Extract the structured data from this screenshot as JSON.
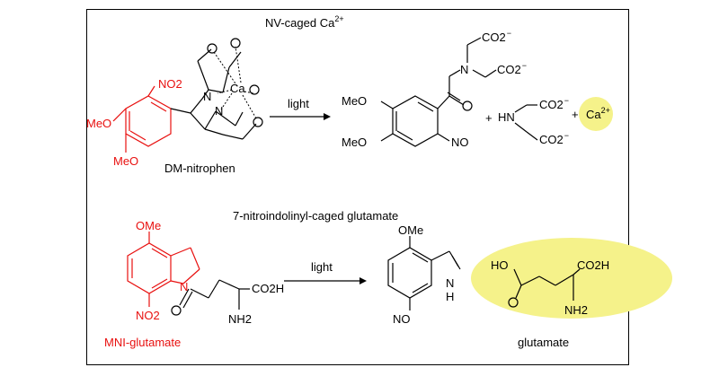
{
  "top": {
    "title": "NV-caged Ca",
    "title_sup": "2+",
    "arrow_label": "light",
    "reagent_name": "DM-nitrophen",
    "labels": {
      "no2": "NO2",
      "meo1": "MeO",
      "meo2": "MeO",
      "n1": "N",
      "n2": "N",
      "ca": "Ca",
      "p_meo1": "MeO",
      "p_meo2": "MeO",
      "p_no": "NO",
      "p_n": "N",
      "co2_1": "CO2",
      "co2_2": "CO2",
      "co2_3": "CO2",
      "co2_4": "CO2",
      "hn": "HN",
      "plus1": "+",
      "plus2": "+",
      "ca_ion": "Ca",
      "ca_ion_sup": "2+"
    }
  },
  "bottom": {
    "title": "7-nitroindolinyl-caged glutamate",
    "arrow_label": "light",
    "reagent_name": "MNI-glutamate",
    "product_name": "glutamate",
    "labels": {
      "ome": "OMe",
      "n": "N",
      "no2": "NO2",
      "co2h": "CO2H",
      "nh2": "NH2",
      "p_ome": "OMe",
      "p_nh": "N",
      "p_h": "H",
      "p_no": "NO",
      "g_ho": "HO",
      "g_co2h": "CO2H",
      "g_nh2": "NH2"
    }
  },
  "colors": {
    "highlight": "#f5f28a",
    "red": "#e8100f",
    "ink": "#000000"
  }
}
